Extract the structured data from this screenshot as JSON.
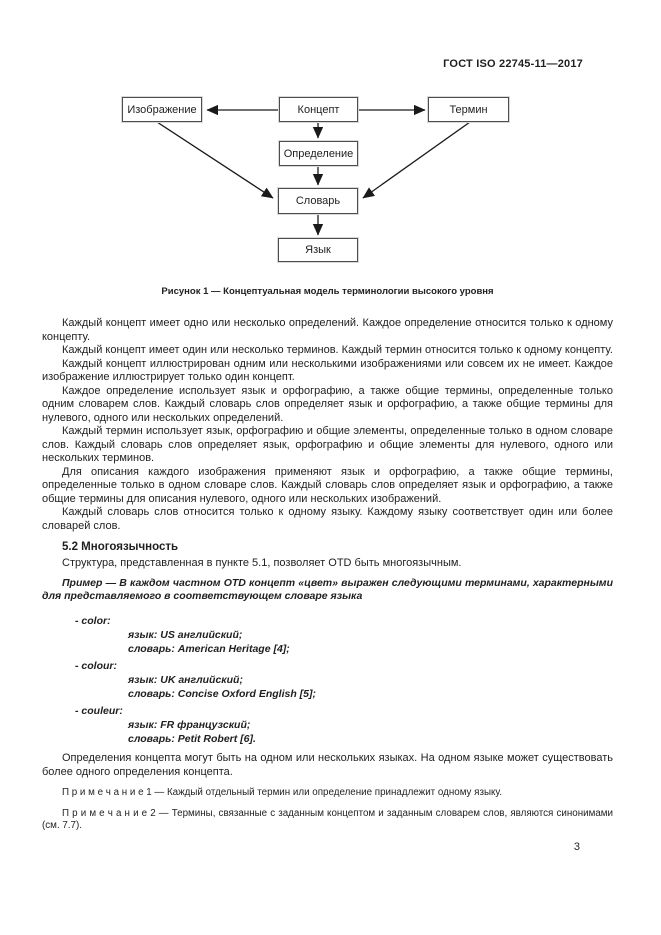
{
  "page": {
    "header": "ГОСТ ISO 22745-11—2017",
    "page_number": "3"
  },
  "figure": {
    "caption": "Рисунок 1 — Концептуальная модель терминологии высокого уровня",
    "nodes": {
      "image": "Изображение",
      "concept": "Концепт",
      "term": "Термин",
      "definition": "Определение",
      "dictionary": "Словарь",
      "language": "Язык"
    }
  },
  "body": {
    "paragraphs": [
      "Каждый концепт имеет одно или несколько определений. Каждое определение относится только к одному концепту.",
      "Каждый концепт имеет один или несколько терминов. Каждый термин относится только к одному концепту.",
      "Каждый концепт иллюстрирован одним или несколькими изображениями или совсем их не имеет. Каждое изображение иллюстрирует только один концепт.",
      "Каждое определение использует язык и орфографию, а также общие термины, определенные только одним словарем слов. Каждый словарь слов определяет язык и орфографию, а также общие термины для нулевого, одного или нескольких определений.",
      "Каждый термин использует язык, орфографию и общие элементы, определенные только в одном словаре слов. Каждый словарь слов определяет язык, орфографию и общие элементы для нулевого, одного или нескольких терминов.",
      "Для описания каждого изображения применяют язык и орфографию, а также общие термины, определенные только в одном словаре слов. Каждый словарь слов определяет язык и орфографию, а также общие термины для описания нулевого, одного или нескольких изображений.",
      "Каждый словарь слов относится только к одному языку. Каждому языку соответствует один или более словарей слов."
    ],
    "section_heading": "5.2 Многоязычность",
    "section_intro": "Структура, представленная в пункте 5.1, позволяет OTD быть многоязычным.",
    "example_lead": "Пример — В каждом частном OTD концепт «цвет» выражен следующими терминами, характерными для представляемого в соответствующем словаре языка",
    "example_items": [
      {
        "term": "- color:",
        "lang": "язык: US английский;",
        "dict": "словарь: American Heritage [4];"
      },
      {
        "term": "- colour:",
        "lang": "язык: UK английский;",
        "dict": "словарь: Concise Oxford English [5];"
      },
      {
        "term": "- couleur:",
        "lang": "язык: FR французский;",
        "dict": "словарь: Petit Robert [6]."
      }
    ],
    "after_example": "Определения концепта могут быть на одном или нескольких языках. На одном языке может существовать более одного определения концепта.",
    "notes": [
      "П р и м е ч а н и е  1 — Каждый отдельный термин или определение принадлежит одному языку.",
      "П р и м е ч а н и е  2 — Термины, связанные с заданным концептом и заданным словарем слов, являются синонимами (см. 7.7)."
    ]
  }
}
